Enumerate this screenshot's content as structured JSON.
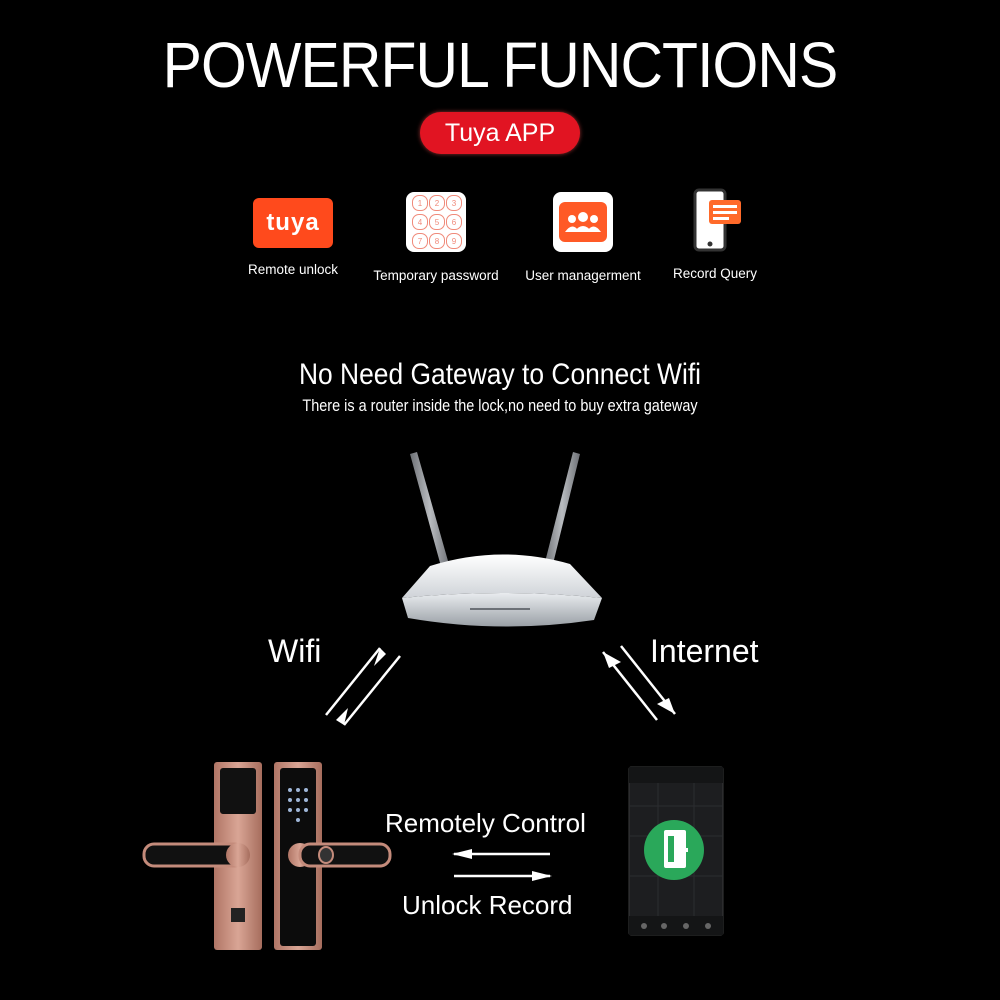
{
  "header": {
    "title": "POWERFUL FUNCTIONS",
    "badge": "Tuya APP"
  },
  "features": [
    {
      "label": "Remote unlock",
      "icon": "tuya-logo-icon",
      "icon_text": "tuya"
    },
    {
      "label": "Temporary password",
      "icon": "keypad-icon",
      "keys": [
        "1",
        "2",
        "3",
        "4",
        "5",
        "6",
        "7",
        "8",
        "9"
      ]
    },
    {
      "label": "User managerment",
      "icon": "users-group-icon"
    },
    {
      "label": "Record Query",
      "icon": "phone-records-icon"
    }
  ],
  "wifi_section": {
    "heading": "No Need Gateway to Connect Wifi",
    "subheading": "There is a router inside the lock,no need to buy extra gateway"
  },
  "diagram": {
    "wifi_label": "Wifi",
    "internet_label": "Internet",
    "remote_label": "Remotely Control",
    "record_label": "Unlock Record"
  },
  "colors": {
    "accent_red": "#e11422",
    "tuya_orange": "#ff4a1c",
    "lock_rose_gold": "#c98a7a",
    "app_green": "#2aa85a"
  }
}
